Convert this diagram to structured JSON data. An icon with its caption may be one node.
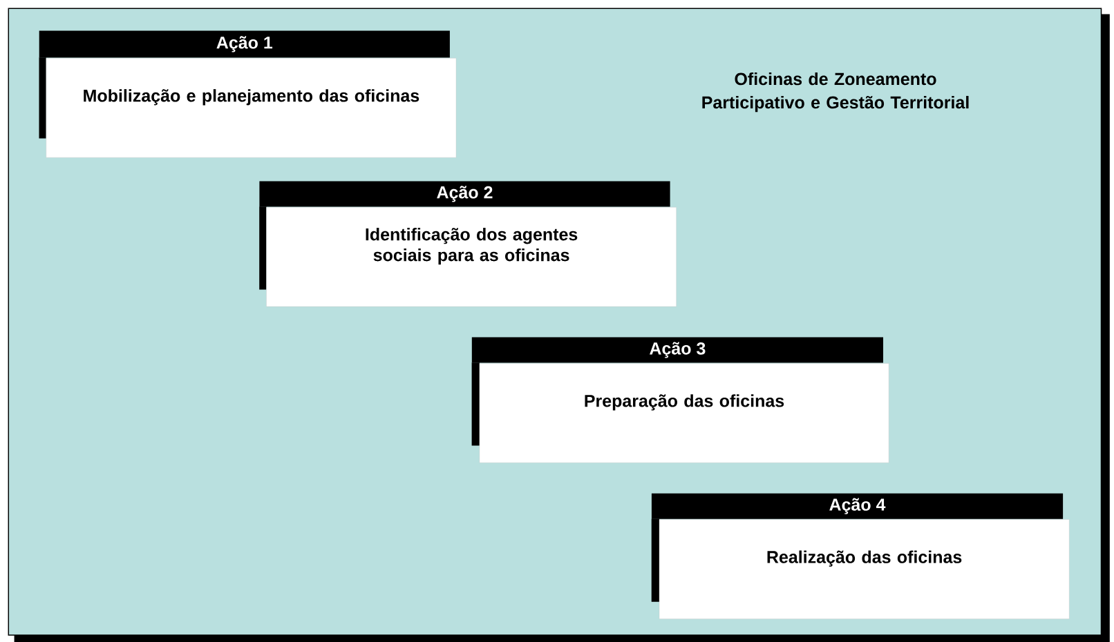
{
  "diagram": {
    "title": "Oficinas de Zoneamento Participativo e Gestão Territorial",
    "nodes": [
      {
        "text": [
          "Ação 1",
          "Mobilização e planejamento das oficinas"
        ]
      },
      {
        "text": [
          "Ação 2",
          "Identificação dos agentes sociais para as oficinas"
        ]
      },
      {
        "text": [
          "Ação 3",
          "Preparação das oficinas"
        ]
      },
      {
        "text": [
          "Ação 4",
          "Realização das oficinas"
        ]
      }
    ]
  }
}
